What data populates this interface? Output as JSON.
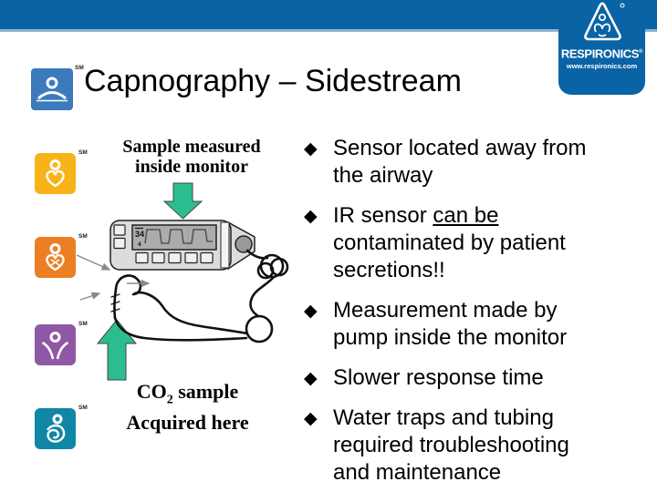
{
  "slide": {
    "title": "Capnography – Sidestream",
    "title_sm": "SM"
  },
  "logo": {
    "brand": "RESPIRONICS",
    "registered": "®",
    "url": "www.respironics.com"
  },
  "colors": {
    "bar_blue": "#0a63a4",
    "light_blue": "#8fb3d3",
    "title_icon_blue": "#3d7abd",
    "green_arrow": "#2bbd90",
    "icon_yellow": "#f8b319",
    "icon_orange": "#ec7f23",
    "icon_purple": "#8f58a5",
    "icon_teal": "#0f86a6"
  },
  "icons": [
    {
      "name": "infant-care-icon",
      "color": "#f8b319",
      "sm": "SM"
    },
    {
      "name": "cardio-care-icon",
      "color": "#ec7f23",
      "sm": "SM"
    },
    {
      "name": "wellness-icon",
      "color": "#8f58a5",
      "sm": "SM"
    },
    {
      "name": "sleep-care-icon",
      "color": "#0f86a6",
      "sm": "SM"
    }
  ],
  "diagram": {
    "label_top_line1": "Sample measured",
    "label_top_line2": "inside monitor",
    "co2_prefix": "CO",
    "co2_sub": "2",
    "co2_suffix": " sample",
    "label_bottom_line2": "Acquired here",
    "display_value": "34",
    "display_small": "4"
  },
  "bullet_glyph": "◆",
  "bullets": [
    {
      "segments": [
        {
          "t": "Sensor located away from the airway"
        }
      ]
    },
    {
      "segments": [
        {
          "t": "IR sensor "
        },
        {
          "t": "can be",
          "u": true
        },
        {
          "t": " contaminated by patient secretions!!"
        }
      ]
    },
    {
      "segments": [
        {
          "t": "Measurement made by pump inside the monitor"
        }
      ]
    },
    {
      "segments": [
        {
          "t": "Slower response time"
        }
      ]
    },
    {
      "segments": [
        {
          "t": "Water traps and tubing required troubleshooting and maintenance"
        }
      ]
    }
  ]
}
